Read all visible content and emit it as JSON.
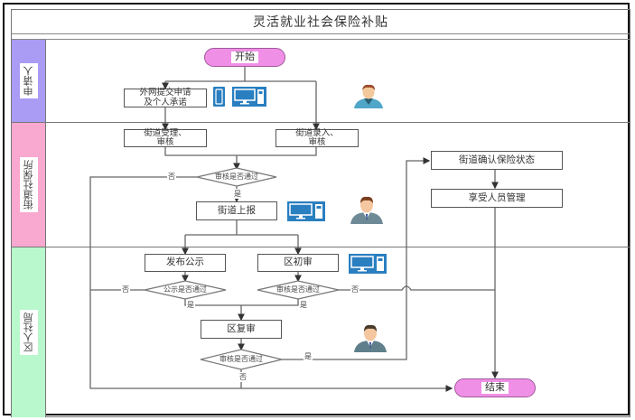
{
  "title": "灵活就业社会保险补贴",
  "lanes": [
    {
      "label": "申请人",
      "color": "#aa9cf5"
    },
    {
      "label": "街道社保所",
      "color": "#f9a8d0"
    },
    {
      "label": "区人社局",
      "color": "#b9f7cc"
    }
  ],
  "nodes": {
    "start": "开始",
    "end": "结束",
    "submit": "外网提交申请\n及个人承诺",
    "street_accept": "街道受理、\n审核",
    "street_entry": "街道录入、\n审核",
    "review1": "审核是否通过",
    "street_report": "街道上报",
    "street_confirm": "街道确认保险状态",
    "beneficiary_mgmt": "享受人员管理",
    "publish": "发布公示",
    "district_first": "区初审",
    "publicity_pass": "公示是否通过",
    "review2": "审核是否通过",
    "district_recheck": "区复审",
    "review3": "审核是否通过"
  },
  "labels": {
    "yes": "是",
    "no": "否"
  },
  "icons": {
    "tablet": "tablet-icon",
    "computer": "computer-icon",
    "applicant": "applicant-person-icon",
    "officer": "officer-person-icon"
  },
  "colors": {
    "terminal": "#f08fe6",
    "icon_blue": "#2a7fc0",
    "line": "#555555"
  }
}
